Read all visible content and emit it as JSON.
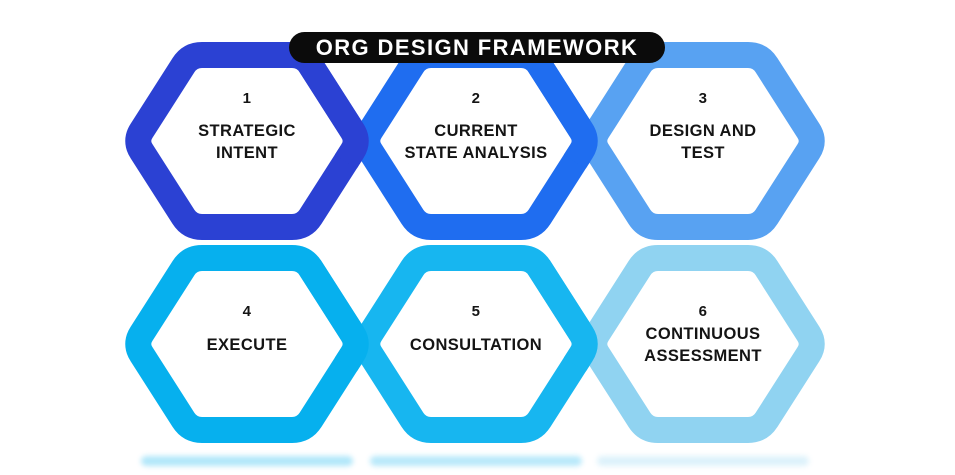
{
  "title": {
    "label": "ORG DESIGN FRAMEWORK",
    "bg": "#0b0b0b",
    "color": "#ffffff"
  },
  "diagram": {
    "background": "#ffffff",
    "text_color": "#141414"
  },
  "steps": [
    {
      "number": "1",
      "lines": [
        "STRATEGIC",
        "INTENT"
      ],
      "color": "#2b41d3"
    },
    {
      "number": "2",
      "lines": [
        "CURRENT",
        "STATE ANALYSIS"
      ],
      "color": "#1f6df0"
    },
    {
      "number": "3",
      "lines": [
        "DESIGN AND",
        "TEST"
      ],
      "color": "#58a2f2"
    },
    {
      "number": "4",
      "lines": [
        "EXECUTE"
      ],
      "color": "#06b0ee"
    },
    {
      "number": "5",
      "lines": [
        "CONSULTATION"
      ],
      "color": "#17b6f0"
    },
    {
      "number": "6",
      "lines": [
        "CONTINUOUS",
        "ASSESSMENT"
      ],
      "color": "#90d3f1"
    }
  ]
}
